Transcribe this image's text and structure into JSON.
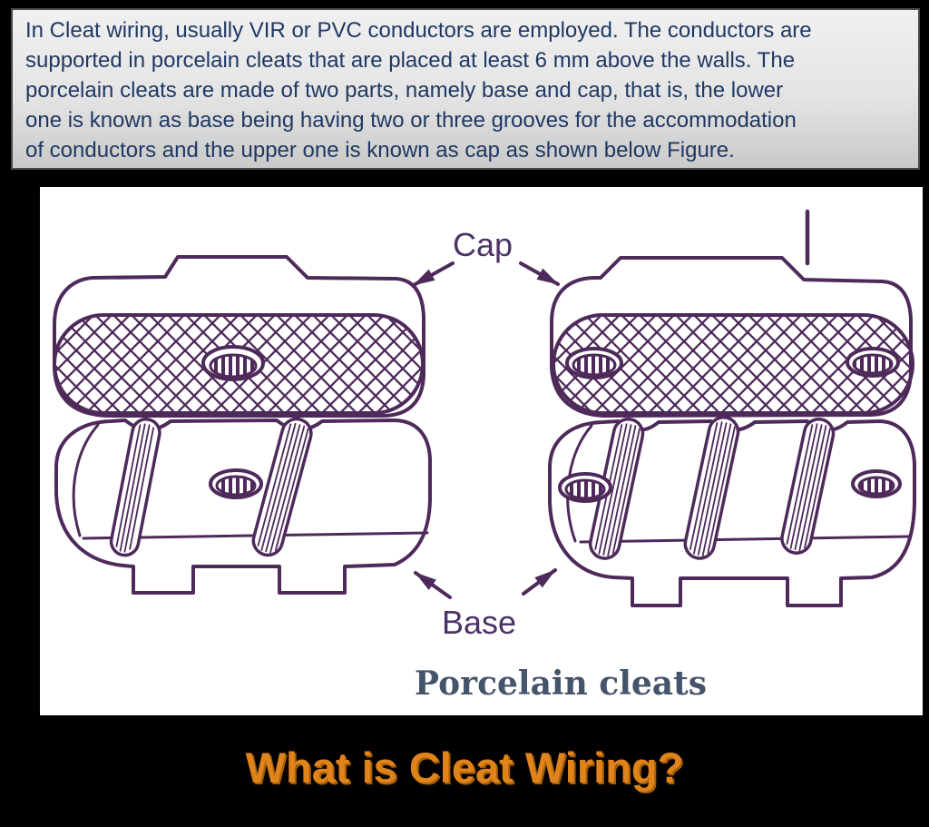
{
  "colors": {
    "background": "#000000",
    "intro_box_border": "#4a4a4a",
    "intro_box_bg_top": "#f0f0f0",
    "intro_box_bg_bottom": "#c9c9c9",
    "intro_text": "#1f3864",
    "diagram_panel_bg": "#ffffff",
    "diagram_line": "#4e2a5a",
    "diagram_label_text": "#4b3366",
    "caption_text": "#44546a",
    "title_text": "#e0831a"
  },
  "intro_box": {
    "lines": [
      "In Cleat wiring, usually VIR or PVC conductors are employed. The conductors are",
      "supported in porcelain cleats that are placed at least 6 mm above the walls. The",
      "porcelain cleats are made of two parts, namely base and cap, that is, the lower",
      "one is known as base being having two or three grooves for the accommodation",
      "of conductors and the upper one is known as cap as shown below Figure."
    ]
  },
  "diagram": {
    "cap_label": "Cap",
    "base_label": "Base",
    "caption": "Porcelain cleats"
  },
  "title": "What is Cleat Wiring?"
}
